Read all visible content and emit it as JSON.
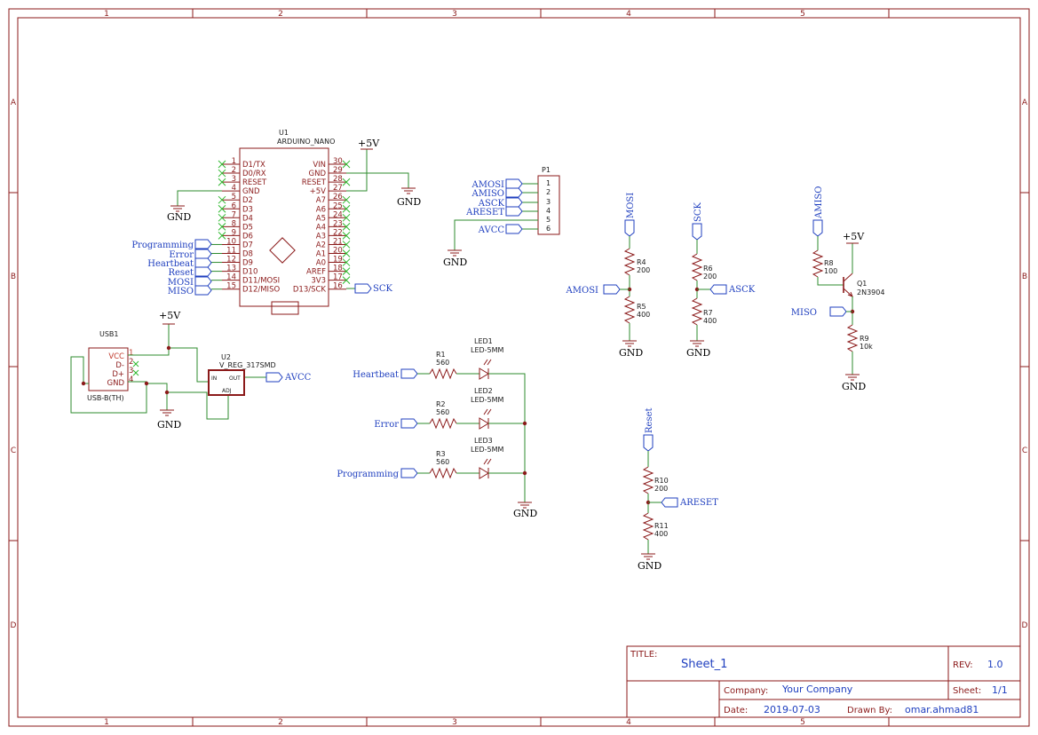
{
  "grid": {
    "columns": [
      "1",
      "2",
      "3",
      "4",
      "5"
    ],
    "rows": [
      "A",
      "B",
      "C",
      "D"
    ]
  },
  "u1": {
    "ref": "U1",
    "value": "ARDUINO_NANO",
    "left_pins": [
      {
        "num": "1",
        "name": "D1/TX"
      },
      {
        "num": "2",
        "name": "D0/RX"
      },
      {
        "num": "3",
        "name": "RESET"
      },
      {
        "num": "4",
        "name": "GND"
      },
      {
        "num": "5",
        "name": "D2"
      },
      {
        "num": "6",
        "name": "D3"
      },
      {
        "num": "7",
        "name": "D4"
      },
      {
        "num": "8",
        "name": "D5"
      },
      {
        "num": "9",
        "name": "D6"
      },
      {
        "num": "10",
        "name": "D7"
      },
      {
        "num": "11",
        "name": "D8"
      },
      {
        "num": "12",
        "name": "D9"
      },
      {
        "num": "13",
        "name": "D10"
      },
      {
        "num": "14",
        "name": "D11/MOSI"
      },
      {
        "num": "15",
        "name": "D12/MISO"
      }
    ],
    "right_pins": [
      {
        "num": "30",
        "name": "VIN"
      },
      {
        "num": "29",
        "name": "GND"
      },
      {
        "num": "28",
        "name": "RESET"
      },
      {
        "num": "27",
        "name": "+5V"
      },
      {
        "num": "26",
        "name": "A7"
      },
      {
        "num": "25",
        "name": "A6"
      },
      {
        "num": "24",
        "name": "A5"
      },
      {
        "num": "23",
        "name": "A4"
      },
      {
        "num": "22",
        "name": "A3"
      },
      {
        "num": "21",
        "name": "A2"
      },
      {
        "num": "20",
        "name": "A1"
      },
      {
        "num": "19",
        "name": "A0"
      },
      {
        "num": "18",
        "name": "AREF"
      },
      {
        "num": "17",
        "name": "3V3"
      },
      {
        "num": "16",
        "name": "D13/SCK"
      }
    ]
  },
  "nets": {
    "programming": "Programming",
    "error": "Error",
    "heartbeat": "Heartbeat",
    "reset": "Reset",
    "mosi": "MOSI",
    "miso": "MISO",
    "sck": "SCK",
    "amosi": "AMOSI",
    "amiso": "AMISO",
    "asck": "ASCK",
    "areset": "ARESET",
    "avcc": "AVCC",
    "gnd": "GND",
    "vcc5": "+5V"
  },
  "p1": {
    "ref": "P1",
    "pins": [
      "1",
      "2",
      "3",
      "4",
      "5",
      "6"
    ]
  },
  "usb1": {
    "ref": "USB1",
    "value": "USB-B(TH)",
    "pins": [
      {
        "num": "1",
        "name": "VCC"
      },
      {
        "num": "2",
        "name": "D-"
      },
      {
        "num": "3",
        "name": "D+"
      },
      {
        "num": "4",
        "name": "GND"
      }
    ]
  },
  "u2": {
    "ref": "U2",
    "value": "V_REG_317SMD",
    "in": "IN",
    "out": "OUT",
    "adj": "ADJ"
  },
  "resistors": {
    "r1": {
      "ref": "R1",
      "value": "560"
    },
    "r2": {
      "ref": "R2",
      "value": "560"
    },
    "r3": {
      "ref": "R3",
      "value": "560"
    },
    "r4": {
      "ref": "R4",
      "value": "200"
    },
    "r5": {
      "ref": "R5",
      "value": "400"
    },
    "r6": {
      "ref": "R6",
      "value": "200"
    },
    "r7": {
      "ref": "R7",
      "value": "400"
    },
    "r8": {
      "ref": "R8",
      "value": "100"
    },
    "r9": {
      "ref": "R9",
      "value": "10k"
    },
    "r10": {
      "ref": "R10",
      "value": "200"
    },
    "r11": {
      "ref": "R11",
      "value": "400"
    }
  },
  "leds": {
    "led1": {
      "ref": "LED1",
      "value": "LED-5MM"
    },
    "led2": {
      "ref": "LED2",
      "value": "LED-5MM"
    },
    "led3": {
      "ref": "LED3",
      "value": "LED-5MM"
    }
  },
  "q1": {
    "ref": "Q1",
    "value": "2N3904"
  },
  "title_block": {
    "title_label": "TITLE:",
    "title": "Sheet_1",
    "rev_label": "REV:",
    "rev": "1.0",
    "company_label": "Company:",
    "company": "Your Company",
    "sheet_label": "Sheet:",
    "sheet": "1/1",
    "date_label": "Date:",
    "date": "2019-07-03",
    "drawn_label": "Drawn By:",
    "drawn": "omar.ahmad81"
  }
}
